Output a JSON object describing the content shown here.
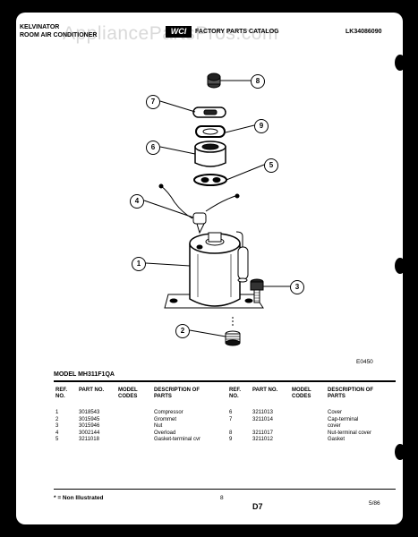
{
  "watermark": "AppliancePartsPros.com",
  "header": {
    "brand": "KELVINATOR",
    "product": "ROOM AIR CONDITIONER",
    "logo_text": "WCI",
    "catalog_title": "FACTORY PARTS CATALOG",
    "catalog_number": "LK34086090"
  },
  "diagram": {
    "code": "E0450",
    "callouts": [
      "1",
      "2",
      "3",
      "4",
      "5",
      "6",
      "7",
      "8",
      "9"
    ]
  },
  "model_line": "MODEL MH311F1QA",
  "table": {
    "headers_left": {
      "ref_no": "REF. NO.",
      "part_no": "PART NO.",
      "model_codes": "MODEL CODES",
      "description": "DESCRIPTION OF PARTS"
    },
    "headers_right": {
      "ref_no": "REF. NO.",
      "part_no": "PART NO.",
      "model_codes": "MODEL CODES",
      "description": "DESCRIPTION OF PARTS"
    },
    "left_rows": [
      {
        "ref": "1",
        "part": "3018543",
        "codes": "",
        "desc": "Compressor"
      },
      {
        "ref": "2",
        "part": "3015945",
        "codes": "",
        "desc": "Grommet"
      },
      {
        "ref": "3",
        "part": "3015946",
        "codes": "",
        "desc": "Nut"
      },
      {
        "ref": "4",
        "part": "3002144",
        "codes": "",
        "desc": "Overload"
      },
      {
        "ref": "5",
        "part": "3211018",
        "codes": "",
        "desc": "Gasket-terminal cvr"
      }
    ],
    "right_rows": [
      {
        "ref": "6",
        "part": "3211013",
        "codes": "",
        "desc": "Cover"
      },
      {
        "ref": "7",
        "part": "3211014",
        "codes": "",
        "desc": "Cap-terminal"
      },
      {
        "ref": "",
        "part": "",
        "codes": "",
        "desc": "cover"
      },
      {
        "ref": "8",
        "part": "3211017",
        "codes": "",
        "desc": "Nut-terminal cover"
      },
      {
        "ref": "9",
        "part": "3211012",
        "codes": "",
        "desc": "Gasket"
      }
    ]
  },
  "footer": {
    "note": "* = Non Illustrated",
    "page_index": "8",
    "page_code": "D7",
    "date": "5/86"
  }
}
